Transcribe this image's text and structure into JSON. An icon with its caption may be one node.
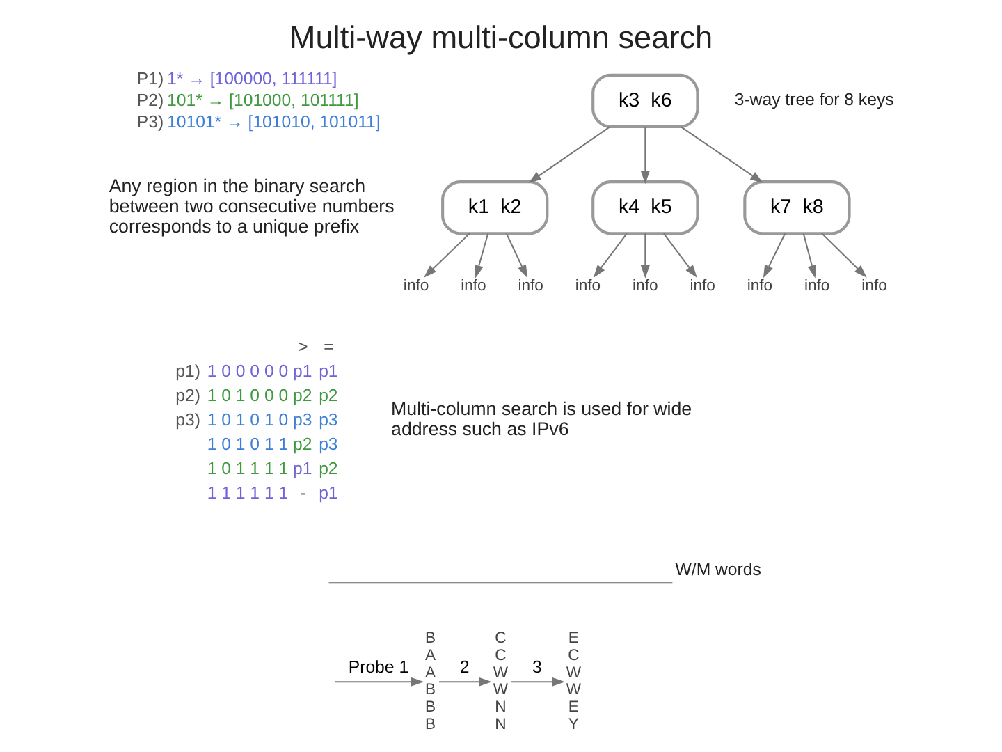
{
  "diagram": {
    "title": "Multi-way multi-column search",
    "nodes": [
      {
        "text": [
          "k3  k6"
        ],
        "beside": [
          "3-way tree for 8 keys"
        ]
      },
      {
        "text": [
          "k1  k2"
        ]
      },
      {
        "text": [
          "k4  k5"
        ]
      },
      {
        "text": [
          "k7  k8"
        ]
      },
      {
        "text": [
          "info"
        ]
      },
      {
        "text": [
          "info"
        ]
      },
      {
        "text": [
          "info"
        ]
      },
      {
        "text": [
          "info"
        ]
      },
      {
        "text": [
          "info"
        ]
      },
      {
        "text": [
          "info"
        ]
      },
      {
        "text": [
          "info"
        ]
      },
      {
        "text": [
          "info"
        ]
      },
      {
        "text": [
          "info"
        ]
      },
      {
        "text": [
          "B A A B B B"
        ]
      },
      {
        "text": [
          "C C W W N N"
        ]
      },
      {
        "text": [
          "E C W W E Y"
        ]
      }
    ],
    "edges": [
      {
        "from": 0,
        "to": 1,
        "arrow": "to"
      },
      {
        "from": 0,
        "to": 2,
        "arrow": "to"
      },
      {
        "from": 0,
        "to": 3,
        "arrow": "to"
      },
      {
        "from": 1,
        "to": 4,
        "arrow": "to"
      },
      {
        "from": 1,
        "to": 5,
        "arrow": "to"
      },
      {
        "from": 1,
        "to": 6,
        "arrow": "to"
      },
      {
        "from": 2,
        "to": 7,
        "arrow": "to"
      },
      {
        "from": 2,
        "to": 8,
        "arrow": "to"
      },
      {
        "from": 2,
        "to": 9,
        "arrow": "to"
      },
      {
        "from": 3,
        "to": 10,
        "arrow": "to"
      },
      {
        "from": 3,
        "to": 11,
        "arrow": "to"
      },
      {
        "from": 3,
        "to": 12,
        "arrow": "to"
      },
      {
        "from": null,
        "to": 13,
        "arrow": "to",
        "label": "Probe 1"
      },
      {
        "from": 13,
        "to": 14,
        "arrow": "to",
        "label": "2"
      },
      {
        "from": 14,
        "to": 15,
        "arrow": "to",
        "label": "3"
      }
    ],
    "labels": [
      "P1)",
      "1* → [100000, 111111]",
      "P2)",
      "101* → [101000, 101111]",
      "P3)",
      "10101* → [101010, 101011]",
      "Any region in the binary search between two consecutive numbers corresponds to a unique prefix",
      ">",
      "=",
      "p1)",
      "1 0 0 0 0 0",
      "p1",
      "p1",
      "p2)",
      "1 0 1 0 0 0",
      "p2",
      "p2",
      "p3)",
      "1 0 1 0 1 0",
      "p3",
      "p3",
      "1 0 1 0 1 1",
      "p2",
      "p3",
      "1 0 1 1 1 1",
      "p1",
      "p2",
      "1 1 1 1 1 1",
      "-",
      "p1",
      "Multi-column search is used for wide address such as IPv6",
      "W/M words"
    ]
  }
}
